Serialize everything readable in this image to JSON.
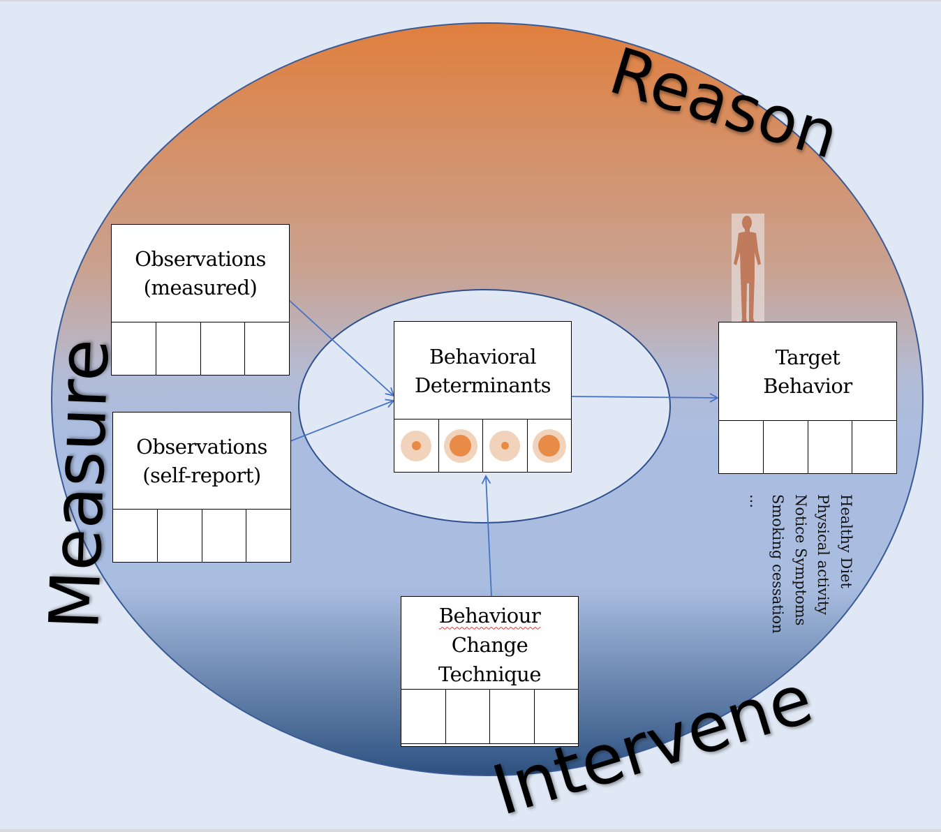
{
  "rings": {
    "outer_gradient": [
      "#e07f3e",
      "#c7a08f",
      "#b0c0e0",
      "#a9bde0",
      "#2f5482"
    ],
    "stroke": "#3a5a96",
    "inner_fill": "#dfe8f4",
    "background": "#dfe8f4"
  },
  "labels": {
    "reason": "Reason",
    "measure": "Measure",
    "intervene": "Intervene"
  },
  "boxes": {
    "observations_measured": {
      "line1": "Observations",
      "line2": "(measured)"
    },
    "observations_self_report": {
      "line1": "Observations",
      "line2": "(self-report)"
    },
    "behavioral_determinants": {
      "line1": "Behavioral",
      "line2": "Determinants"
    },
    "target_behavior": {
      "line1": "Target",
      "line2": "Behavior"
    },
    "behaviour_change_technique": {
      "line1": "Behaviour",
      "line2": "Change",
      "line3": "Technique"
    }
  },
  "determinant_indicators": [
    {
      "level": 0.3
    },
    {
      "level": 0.65
    },
    {
      "level": 0.25
    },
    {
      "level": 0.65
    }
  ],
  "target_behavior_examples": [
    "Healthy Diet",
    "Physical activity",
    "Notice Symptoms",
    "Smoking cessation",
    "..."
  ],
  "icons": {
    "person": "person-silhouette-icon",
    "arrow_color": "#4472c4"
  }
}
